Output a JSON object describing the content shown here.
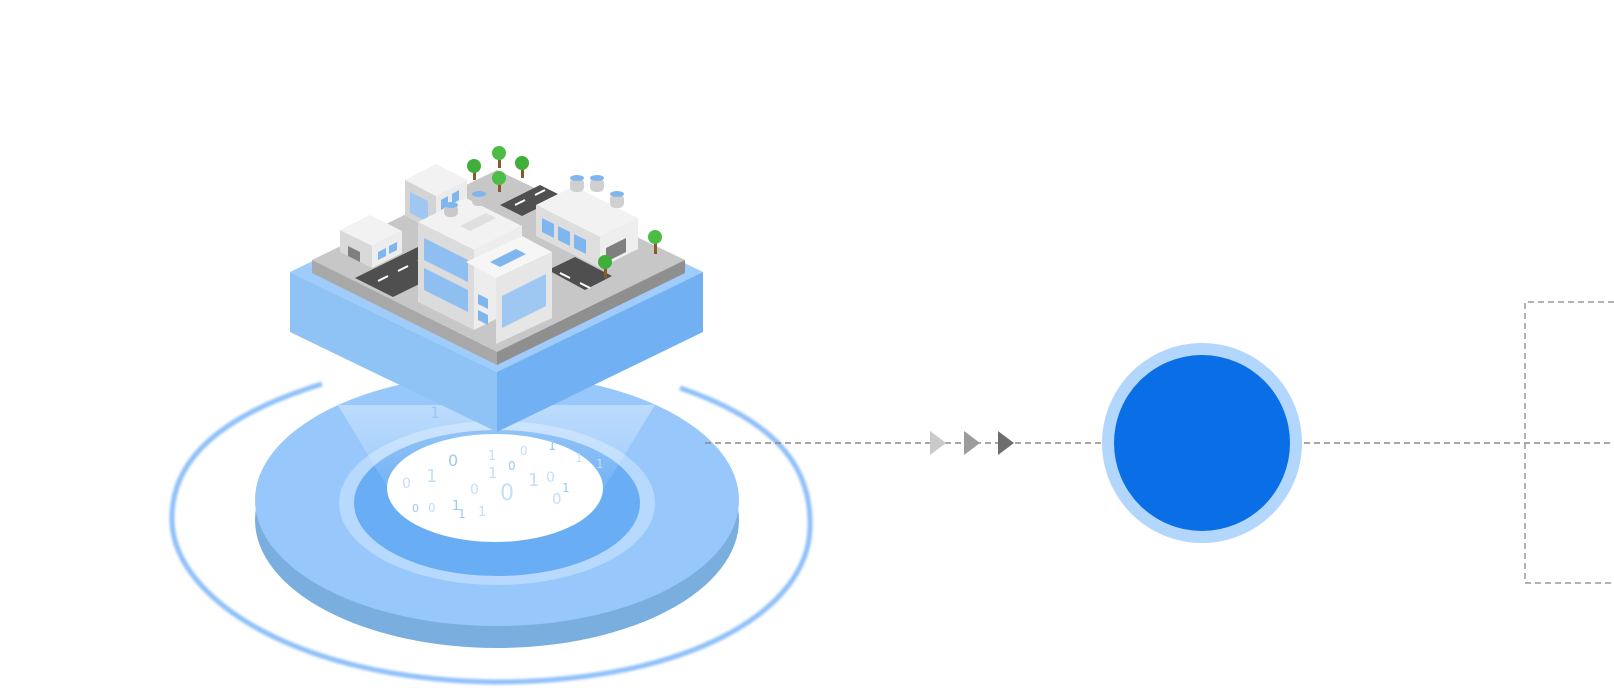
{
  "colors": {
    "background": "#ffffff",
    "ring_light": "#8ec0f9",
    "disc_top": "#98c8fb",
    "disc_side": "#7aaede",
    "disc_inner": "#69adf4",
    "block_light": "#8fc3f6",
    "block_dark": "#71b0f2",
    "ground_top": "#c7c7c7",
    "road": "#4f4f4f",
    "building": "#e8e8e8",
    "window": "#7fb6ee",
    "tree": "#3fae3a",
    "connector": "#8a8a8a",
    "arrow_1": "#c9c9c9",
    "arrow_2": "#9b9b9b",
    "arrow_3": "#6e6e6e",
    "node_ring": "#b3d6fd",
    "node_fill": "#0a6fe6",
    "box_border": "#9a9a9a"
  },
  "icons": {
    "platform": "isometric-city-block-icon",
    "base": "data-ring-platform-icon",
    "flow": "triple-arrow-icon",
    "node": "blue-circle-node-icon",
    "target": "dashed-box-icon"
  },
  "binary_digits": [
    "1",
    "0",
    "1",
    "0",
    "1",
    "0",
    "1",
    "1",
    "0",
    "1",
    "0",
    "1",
    "0",
    "1",
    "0",
    "1",
    "0",
    "1",
    "1",
    "0",
    "1",
    "0"
  ]
}
